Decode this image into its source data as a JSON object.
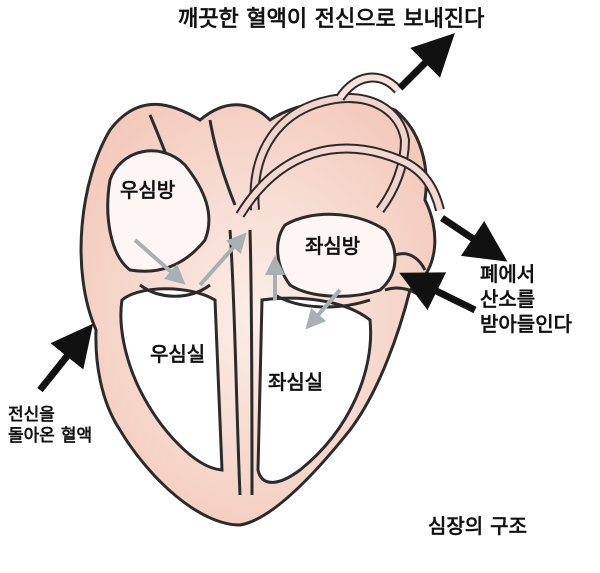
{
  "labels": {
    "top": "깨끗한 혈액이 전신으로 보내진다",
    "right_atrium": "우심방",
    "left_atrium": "좌심방",
    "right_ventricle": "우심실",
    "left_ventricle": "좌심실",
    "from_lungs": "폐에서\n산소를\n받아들인다",
    "from_body": "전신을\n돌아온 혈액",
    "caption": "심장의 구조"
  },
  "colors": {
    "outline": "#2b2b2b",
    "tissue_fill": "#f3e9e7",
    "tissue_highlight": "#f2c4b5",
    "chamber_fill": "#ffffff",
    "flow_arrow": "#a9b0b3",
    "pointer_arrow": "#111111"
  }
}
